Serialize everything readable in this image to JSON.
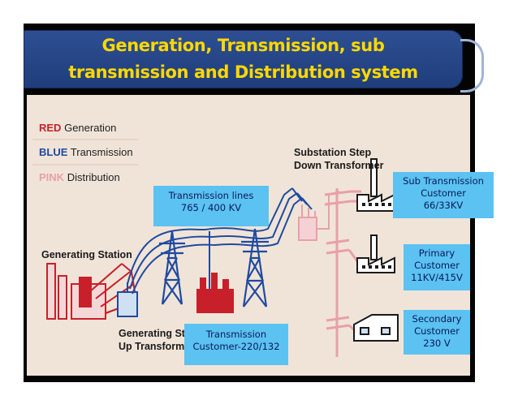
{
  "title": {
    "line1": "Generation, Transmission, sub",
    "line2": "transmission and Distribution system"
  },
  "legend": [
    {
      "color_word": "RED",
      "label": "Generation",
      "color": "#c8202a"
    },
    {
      "color_word": "BLUE",
      "label": "Transmission",
      "color": "#1f4aa0"
    },
    {
      "color_word": "PINK",
      "label": "Distribution",
      "color": "#e8a0a8"
    }
  ],
  "labels": {
    "generating_station": "Generating Station",
    "step_up_line1": "Generating Step",
    "step_up_line2": "Up Transformer",
    "step_down_line1": "Substation Step",
    "step_down_line2": "Down Transformer"
  },
  "callouts": {
    "transmission_lines": [
      "Transmission lines",
      "765 / 400 KV"
    ],
    "transmission_customer": [
      "Transmission",
      "Customer-220/132"
    ],
    "sub_transmission_customer": [
      "Sub Transmission",
      "Customer",
      "66/33KV"
    ],
    "primary_customer": [
      "Primary",
      "Customer",
      "11KV/415V"
    ],
    "secondary_customer": [
      "Secondary",
      "Customer",
      "230 V"
    ]
  },
  "colors": {
    "title_bg": "#24458a",
    "title_text": "#ffd800",
    "callout_bg": "#5bc2f2",
    "generation": "#c8202a",
    "transmission": "#1f4aa0",
    "distribution": "#e8a0a8"
  }
}
